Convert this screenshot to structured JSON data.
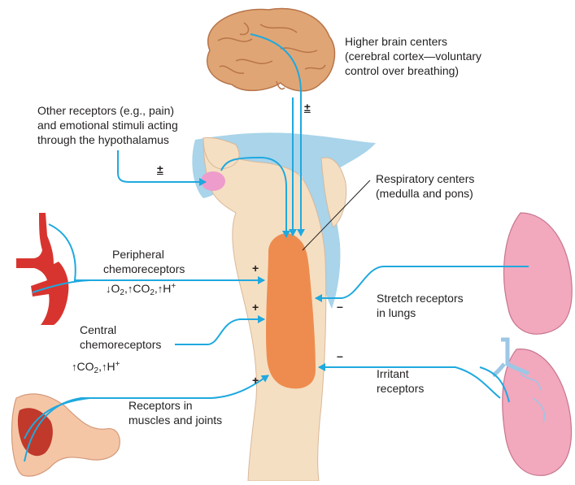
{
  "labels": {
    "higher_brain_1": "Higher brain centers",
    "higher_brain_2": "(cerebral cortex—voluntary",
    "higher_brain_3": "control over breathing)",
    "other_1": "Other receptors (e.g., pain)",
    "other_2": "and emotional stimuli acting",
    "other_3": "through the hypothalamus",
    "resp_1": "Respiratory centers",
    "resp_2": "(medulla and pons)",
    "periph_1": "Peripheral",
    "periph_2": "chemoreceptors",
    "central_1": "Central",
    "central_2": "chemoreceptors",
    "stretch_1": "Stretch receptors",
    "stretch_2": "in lungs",
    "irritant_1": "Irritant",
    "irritant_2": "receptors",
    "muscles_1": "Receptors in",
    "muscles_2": "muscles and joints"
  },
  "signs": {
    "brain": "±",
    "hypothalamus": "±",
    "peripheral": "+",
    "central": "+",
    "muscles": "+",
    "stretch": "–",
    "irritant": "–"
  },
  "chem": {
    "down_arrow": "↓",
    "up_arrow": "↑",
    "o": "O",
    "co": "CO",
    "h": "H",
    "sub2": "2",
    "plus": "+",
    "comma": ","
  },
  "colors": {
    "arrow": "#1fa9df",
    "resp_center": "#ee8c4f",
    "brainstem": "#f5dfc2",
    "csf": "#a9d4ea",
    "brain": "#e0a574",
    "lung": "#f2a8bd",
    "artery": "#d8342f",
    "hypothalamus": "#ee9ccc",
    "skin": "#f4c6a6"
  }
}
